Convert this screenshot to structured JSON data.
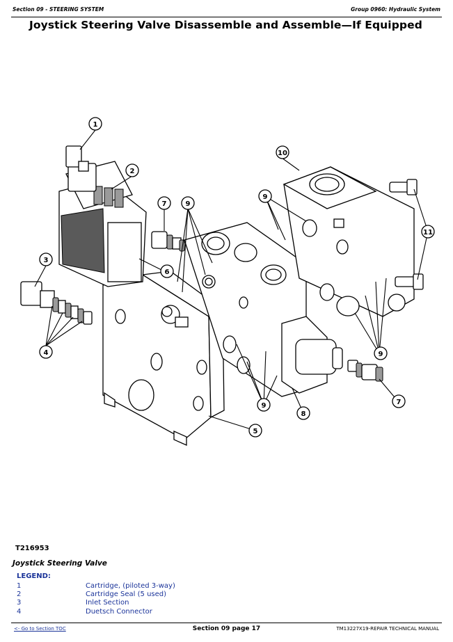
{
  "header": {
    "section": "Section 09 - STEERING SYSTEM",
    "group": "Group 0960: Hydraulic System"
  },
  "title": "Joystick Steering Valve Disassemble and Assemble—If Equipped",
  "figure": {
    "id": "T216953",
    "callouts": [
      "1",
      "2",
      "3",
      "4",
      "5",
      "6",
      "7",
      "7",
      "8",
      "9",
      "9",
      "9",
      "9",
      "10",
      "11"
    ]
  },
  "caption": "Joystick Steering Valve",
  "legend": {
    "title": "LEGEND:",
    "items": [
      {
        "num": "1",
        "text": "Cartridge, (piloted 3-way)"
      },
      {
        "num": "2",
        "text": "Cartridge Seal (5 used)"
      },
      {
        "num": "3",
        "text": "Inlet Section"
      },
      {
        "num": "4",
        "text": "Duetsch Connector"
      }
    ]
  },
  "footer": {
    "toc_link": "<- Go to Section TOC",
    "page": "Section 09 page 17",
    "manual": "TM13227X19-REPAIR TECHNICAL MANUAL"
  }
}
